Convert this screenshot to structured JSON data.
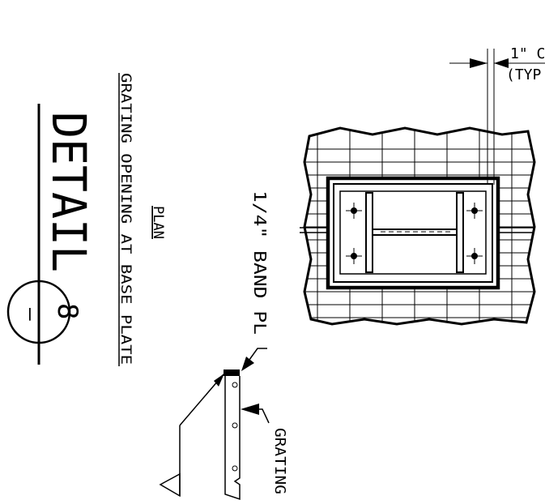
{
  "title": {
    "detail_word": "DETAIL",
    "detail_number": "8",
    "sheet_ref": "–",
    "plan_label": "PLAN",
    "description": "GRATING OPENING AT BASE PLATE"
  },
  "callouts": {
    "band_plate": "1/4\" BAND PL",
    "grating": "GRATING",
    "clearance": "1\" C",
    "clearance_note": "(TYP"
  },
  "colors": {
    "ink": "#000000",
    "paper": "#ffffff"
  }
}
